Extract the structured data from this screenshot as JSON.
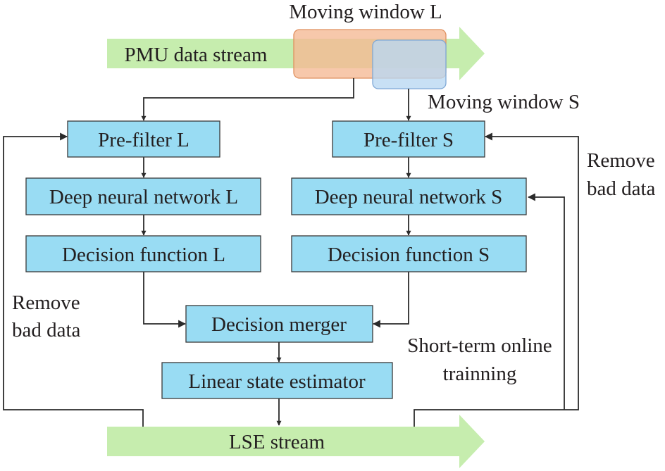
{
  "streams": {
    "pmu": "PMU data stream",
    "lse": "LSE stream"
  },
  "windows": {
    "long": "Moving window L",
    "short": "Moving window S"
  },
  "branch_l": {
    "prefilter": "Pre-filter L",
    "dnn": "Deep neural network L",
    "decision": "Decision function L"
  },
  "branch_s": {
    "prefilter": "Pre-filter S",
    "dnn": "Deep neural network S",
    "decision": "Decision function S"
  },
  "merger": "Decision merger",
  "estimator": "Linear state estimator",
  "feedback_left": {
    "line1": "Remove",
    "line2": "bad data"
  },
  "feedback_right": {
    "line1": "Remove",
    "line2": "bad data"
  },
  "online_training": {
    "line1": "Short-term online",
    "line2": "trainning"
  },
  "colors": {
    "box_fill": "#99dcf3",
    "stream_arrow": "#c6edae",
    "window_long": "#f5b894",
    "window_short": "#b9d7f2"
  }
}
